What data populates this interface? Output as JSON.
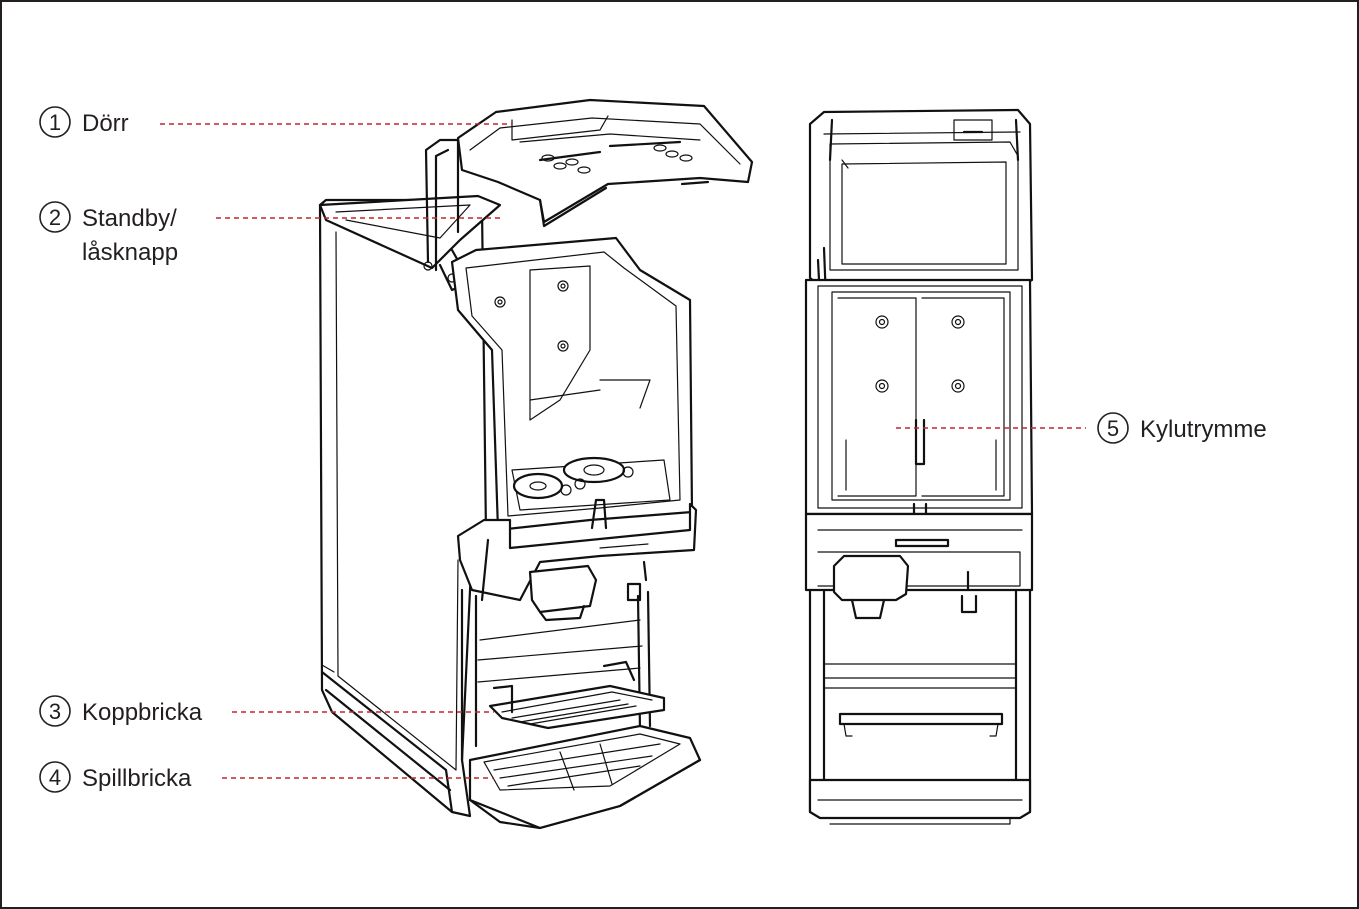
{
  "colors": {
    "leader": "#c1272d",
    "outline": "#111111",
    "text": "#231f20",
    "background": "#ffffff"
  },
  "callouts": [
    {
      "number": "1",
      "label": "Dörr"
    },
    {
      "number": "2",
      "label_line1": "Standby/",
      "label_line2": "låsknapp"
    },
    {
      "number": "3",
      "label": "Koppbricka"
    },
    {
      "number": "4",
      "label": "Spillbricka"
    },
    {
      "number": "5",
      "label": "Kylutrymme"
    }
  ]
}
